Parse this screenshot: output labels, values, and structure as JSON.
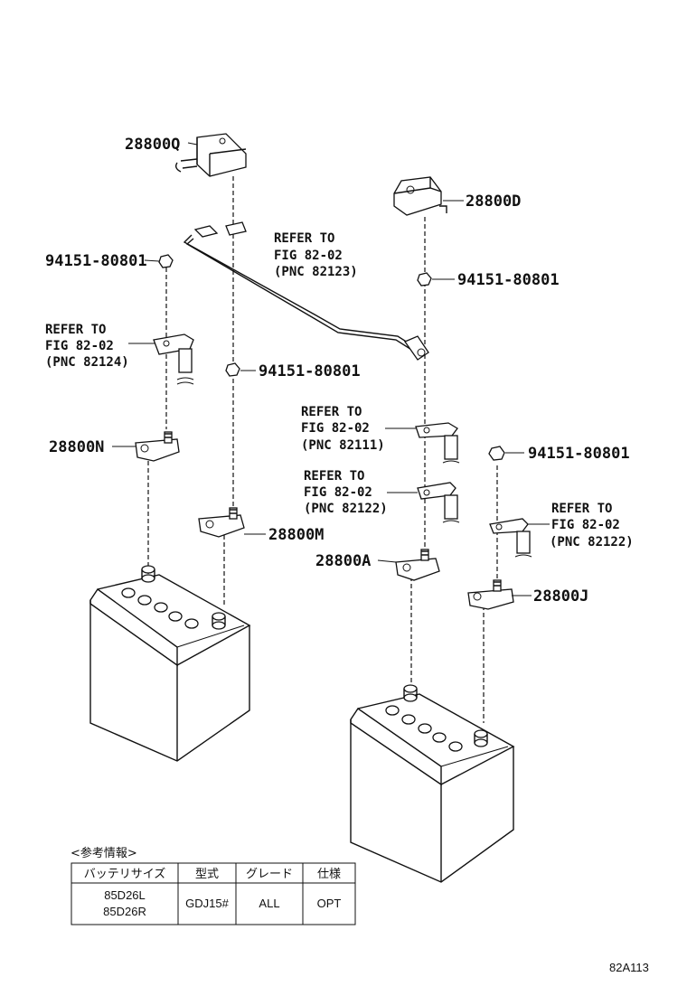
{
  "callouts": {
    "cover_q": "28800Q",
    "cover_d": "28800D",
    "nut_1": "94151-80801",
    "nut_2": "94151-80801",
    "nut_3": "94151-80801",
    "nut_4": "94151-80801",
    "clamp_n": "28800N",
    "clamp_m": "28800M",
    "clamp_a": "28800A",
    "clamp_j": "28800J"
  },
  "refer_notes": [
    {
      "line1": "REFER TO",
      "line2": "FIG 82-02",
      "line3": "(PNC 82123)"
    },
    {
      "line1": "REFER TO",
      "line2": "FIG 82-02",
      "line3": "(PNC 82124)"
    },
    {
      "line1": "REFER TO",
      "line2": "FIG 82-02",
      "line3": "(PNC 82111)"
    },
    {
      "line1": "REFER TO",
      "line2": "FIG 82-02",
      "line3": "(PNC 82122)"
    },
    {
      "line1": "REFER TO",
      "line2": "FIG 82-02",
      "line3": "(PNC 82122)"
    }
  ],
  "reference_table": {
    "caption": "<参考情報>",
    "headers": [
      "バッテリサイズ",
      "型式",
      "グレード",
      "仕様"
    ],
    "row": {
      "battery_size_1": "85D26L",
      "battery_size_2": "85D26R",
      "model": "GDJ15#",
      "grade": "ALL",
      "spec": "OPT"
    }
  },
  "figure_code": "82A113"
}
